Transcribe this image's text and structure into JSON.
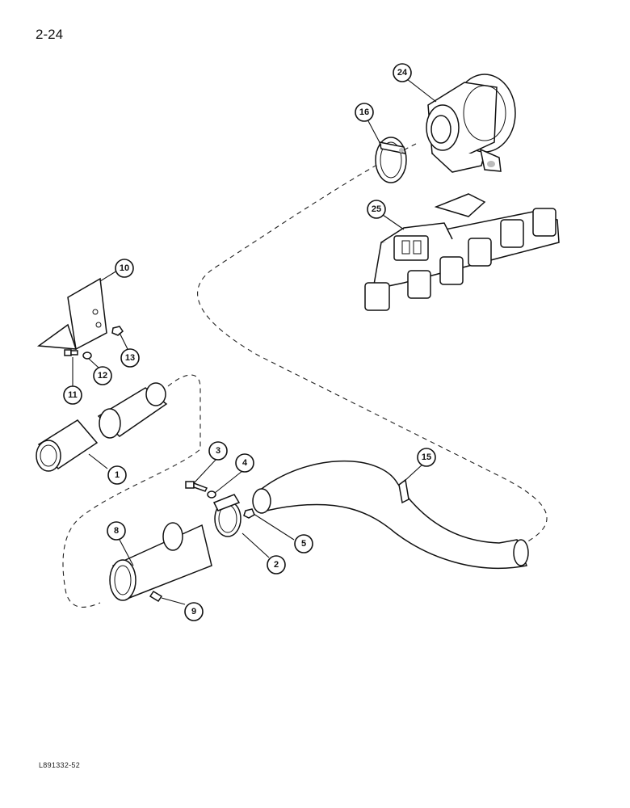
{
  "page": {
    "number": "2-24",
    "figure_code": "L891332-52"
  },
  "callouts": {
    "c1": "1",
    "c2": "2",
    "c3": "3",
    "c4": "4",
    "c5": "5",
    "c8": "8",
    "c9": "9",
    "c10": "10",
    "c11": "11",
    "c12": "12",
    "c13": "13",
    "c15": "15",
    "c16": "16",
    "c24": "24",
    "c25": "25"
  }
}
